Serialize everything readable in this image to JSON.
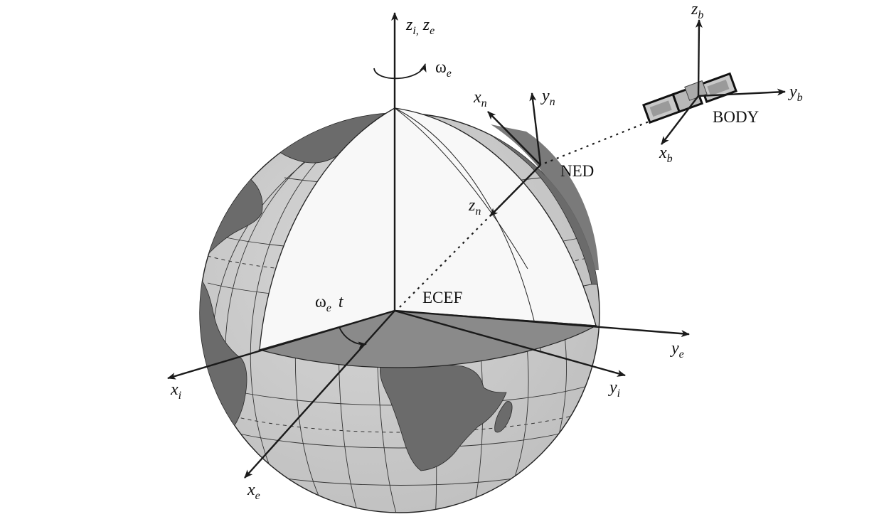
{
  "labels": {
    "zi_ze": {
      "a": "z",
      "a_sub": "i,",
      "b": "z",
      "b_sub": "e"
    },
    "omega_e": {
      "sym": "ω",
      "sub": "e"
    },
    "omega_e_t": {
      "sym": "ω",
      "sub": "e",
      "var": "t"
    },
    "xn": {
      "sym": "x",
      "sub": "n"
    },
    "yn": {
      "sym": "y",
      "sub": "n"
    },
    "zn": {
      "sym": "z",
      "sub": "n"
    },
    "zb": {
      "sym": "z",
      "sub": "b"
    },
    "yb": {
      "sym": "y",
      "sub": "b"
    },
    "xb": {
      "sym": "x",
      "sub": "b"
    },
    "ye": {
      "sym": "y",
      "sub": "e"
    },
    "yi": {
      "sym": "y",
      "sub": "i"
    },
    "xi": {
      "sym": "x",
      "sub": "i"
    },
    "xe": {
      "sym": "x",
      "sub": "e"
    }
  },
  "frames": {
    "ned": "NED",
    "body": "BODY",
    "ecef": "ECEF"
  },
  "colors": {
    "globe_ocean": "#c9c9c9",
    "cutaway_face": "#f7f7f7",
    "equatorial_plane": "#8a8a8a",
    "land": "#6b6b6b",
    "lines": "#1a1a1a"
  }
}
